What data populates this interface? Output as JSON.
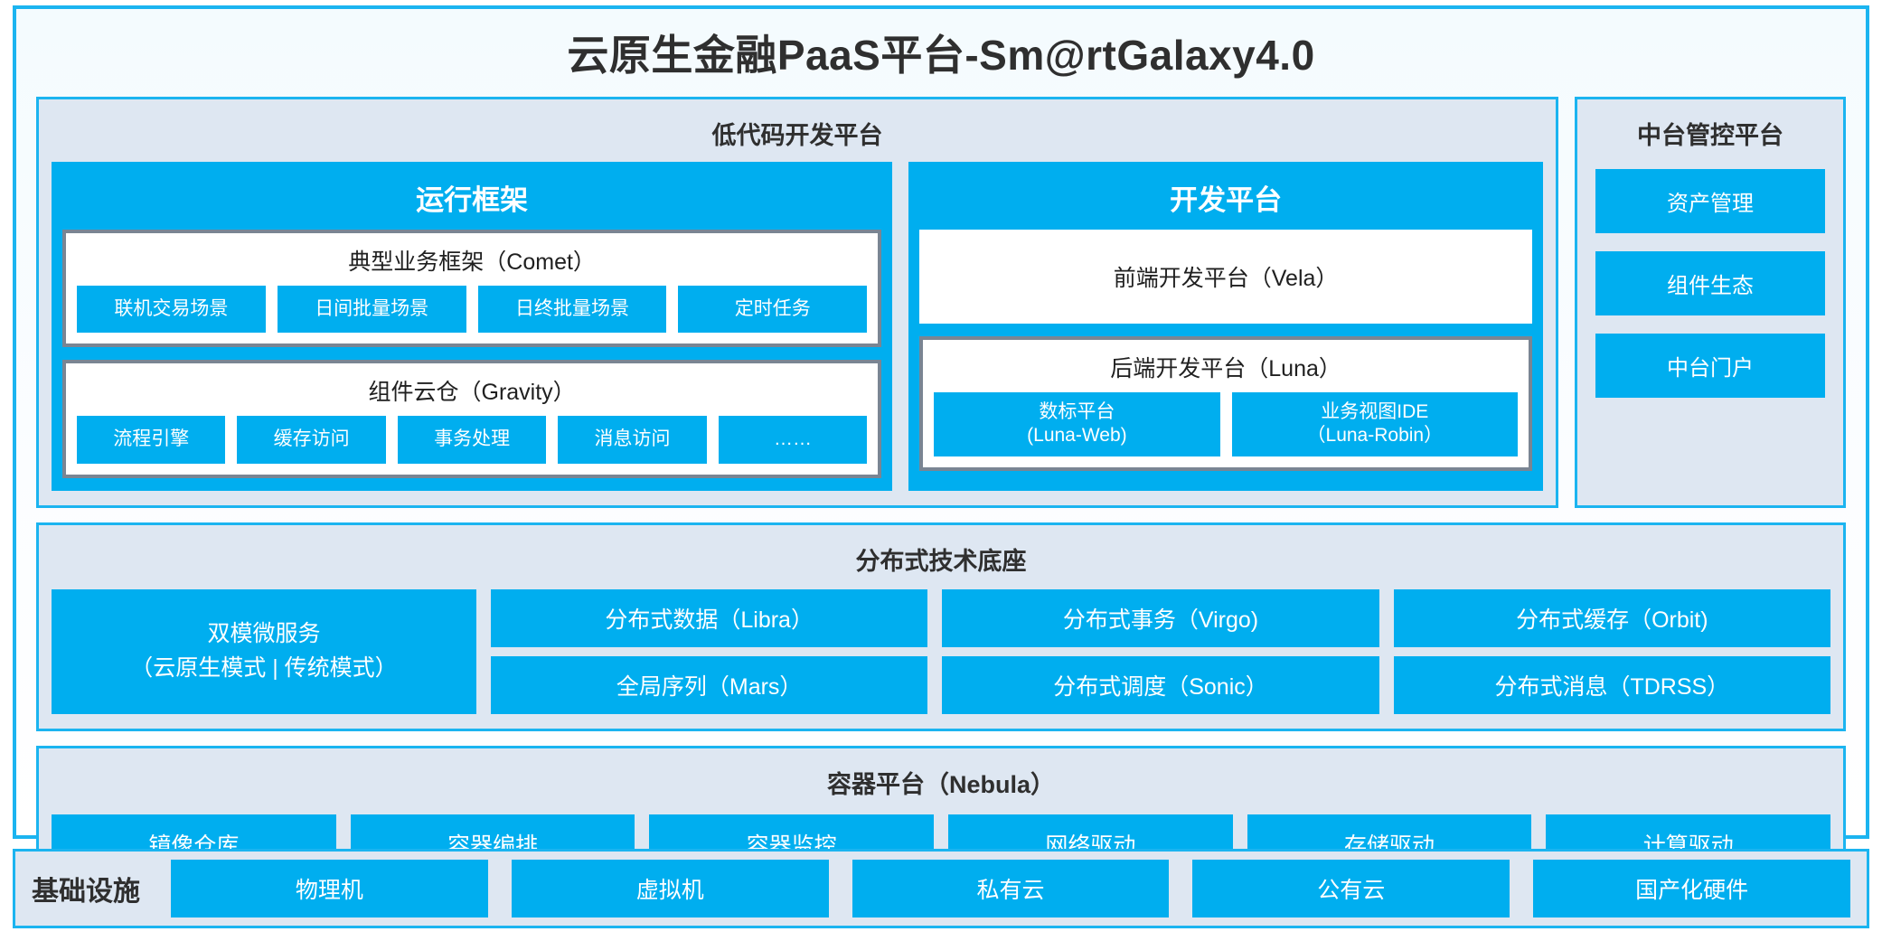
{
  "title": "云原生金融PaaS平台-Sm@rtGalaxy4.0",
  "colors": {
    "accent_blue": "#00AEEF",
    "panel_background": "#DEE7F2",
    "inner_border_gray": "#7A8593",
    "text_dark": "#3A3A3A"
  },
  "lowcode": {
    "title": "低代码开发平台",
    "runtime": {
      "title": "运行框架",
      "comet": {
        "title": "典型业务框架（Comet）",
        "items": [
          "联机交易场景",
          "日间批量场景",
          "日终批量场景",
          "定时任务"
        ]
      },
      "gravity": {
        "title": "组件云仓（Gravity）",
        "items": [
          "流程引擎",
          "缓存访问",
          "事务处理",
          "消息访问",
          "……"
        ]
      }
    },
    "devplatform": {
      "title": "开发平台",
      "frontend": "前端开发平台（Vela）",
      "backend": {
        "title": "后端开发平台（Luna）",
        "items": [
          {
            "line1": "数标平台",
            "line2": "(Luna-Web)"
          },
          {
            "line1": "业务视图IDE",
            "line2": "（Luna-Robin）"
          }
        ]
      }
    }
  },
  "midplatform": {
    "title": "中台管控平台",
    "items": [
      "资产管理",
      "组件生态",
      "中台门户"
    ]
  },
  "distributed": {
    "title": "分布式技术底座",
    "dualmode": {
      "line1": "双模微服务",
      "line2": "（云原生模式 | 传统模式）"
    },
    "columns": [
      [
        "分布式数据（Libra）",
        "全局序列（Mars）"
      ],
      [
        "分布式事务（Virgo)",
        "分布式调度（Sonic）"
      ],
      [
        "分布式缓存（Orbit)",
        "分布式消息（TDRSS）"
      ]
    ]
  },
  "container": {
    "title": "容器平台（Nebula）",
    "items": [
      "镜像仓库",
      "容器编排",
      "容器监控",
      "网络驱动",
      "存储驱动",
      "计算驱动"
    ]
  },
  "infrastructure": {
    "label": "基础设施",
    "items": [
      "物理机",
      "虚拟机",
      "私有云",
      "公有云",
      "国产化硬件"
    ]
  }
}
